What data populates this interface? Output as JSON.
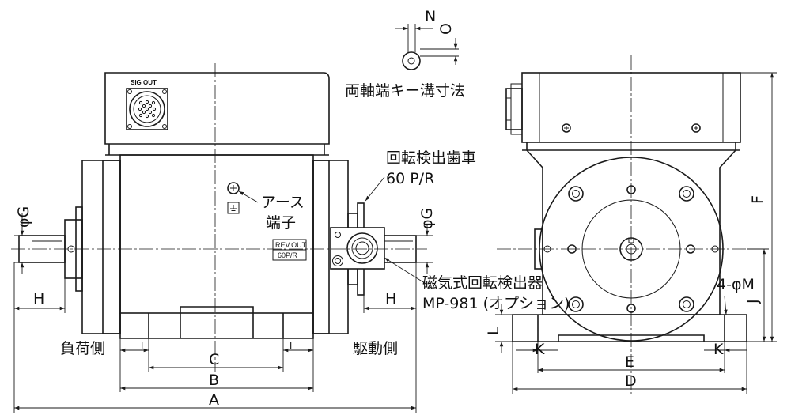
{
  "labels": {
    "keyway_title": "両軸端キー溝寸法",
    "keyway_N": "N",
    "keyway_O": "O",
    "sig_out": "SIG OUT",
    "gear_line1": "回転検出歯車",
    "gear_line2": "60 P/R",
    "earth_line1": "アース",
    "earth_line2": "端子",
    "rev_line1": "REV.OUT",
    "rev_line2": "60P/R",
    "pickup_line1": "磁気式回転検出器",
    "pickup_line2": "MP-981 (オプション)",
    "load_side": "負荷側",
    "drive_side": "駆動側",
    "phiG_left": "φG",
    "phiG_right": "φG",
    "H_left": "H",
    "H_right": "H",
    "I_left": "I",
    "I_right": "I",
    "dim_A": "A",
    "dim_B": "B",
    "dim_C": "C",
    "dim_D": "D",
    "dim_E": "E",
    "dim_F": "F",
    "dim_J": "J",
    "dim_K_left": "K",
    "dim_K_right": "K",
    "dim_L": "L",
    "holes": "4-φM"
  },
  "colors": {
    "line": "#1a1a1a",
    "background": "#ffffff"
  }
}
